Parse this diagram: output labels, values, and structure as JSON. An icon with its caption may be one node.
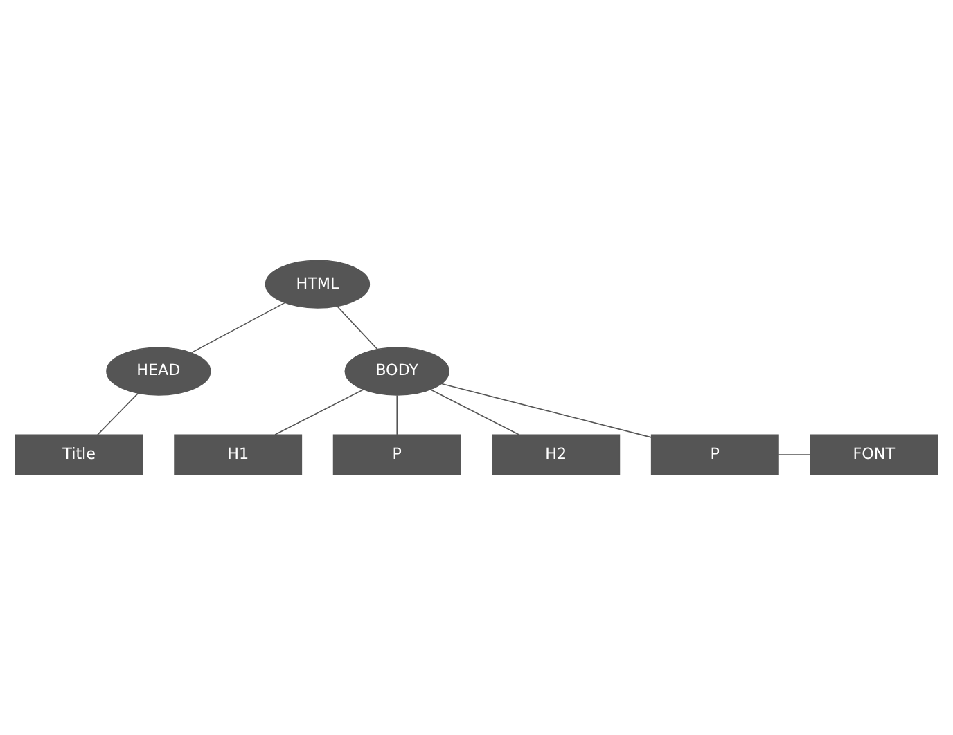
{
  "diagram": {
    "nodes": [
      {
        "text": [
          "HTML"
        ]
      },
      {
        "text": [
          "HEAD"
        ]
      },
      {
        "text": [
          "BODY"
        ]
      },
      {
        "text": [
          "Title"
        ]
      },
      {
        "text": [
          "H1"
        ]
      },
      {
        "text": [
          "P"
        ]
      },
      {
        "text": [
          "H2"
        ]
      },
      {
        "text": [
          "P"
        ]
      },
      {
        "text": [
          "FONT"
        ]
      }
    ],
    "edges": [
      {
        "from": 0,
        "to": 1,
        "arrow": "none"
      },
      {
        "from": 0,
        "to": 2,
        "arrow": "none"
      },
      {
        "from": 1,
        "to": 3,
        "arrow": "none"
      },
      {
        "from": 2,
        "to": 4,
        "arrow": "none"
      },
      {
        "from": 2,
        "to": 5,
        "arrow": "none"
      },
      {
        "from": 2,
        "to": 6,
        "arrow": "none"
      },
      {
        "from": 2,
        "to": 7,
        "arrow": "none"
      },
      {
        "from": 7,
        "to": 8,
        "arrow": "none"
      }
    ]
  }
}
